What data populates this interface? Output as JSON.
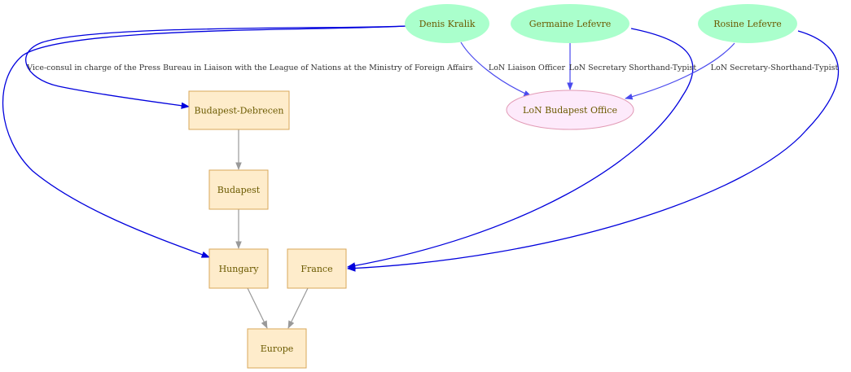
{
  "colors": {
    "person_fill": "#aaffcc",
    "org_fill": "#fdeafb",
    "org_stroke": "#e29ab5",
    "place_fill": "#feeccb",
    "place_stroke": "#d8a75a",
    "text": "#6b5a00",
    "edge_strong": "#0000dd",
    "edge_light": "#4a4aee",
    "edge_gray": "#999999"
  },
  "nodes": {
    "denis": "Denis Kralik",
    "germaine": "Germaine Lefevre",
    "rosine": "Rosine Lefevre",
    "lon_office": "LoN Budapest Office",
    "budapest_debrecen": "Budapest-Debrecen",
    "budapest": "Budapest",
    "hungary": "Hungary",
    "france": "France",
    "europe": "Europe"
  },
  "edge_labels": {
    "denis_bd": "Vice-consul in charge of the Press Bureau in Liaison with the League of Nations at the Ministry of Foreign Affairs",
    "denis_lon": "LoN Liaison Officer",
    "germaine_lon": "LoN Secretary Shorthand-Typist",
    "rosine_lon": "LoN Secretary-Shorthand-Typist"
  }
}
